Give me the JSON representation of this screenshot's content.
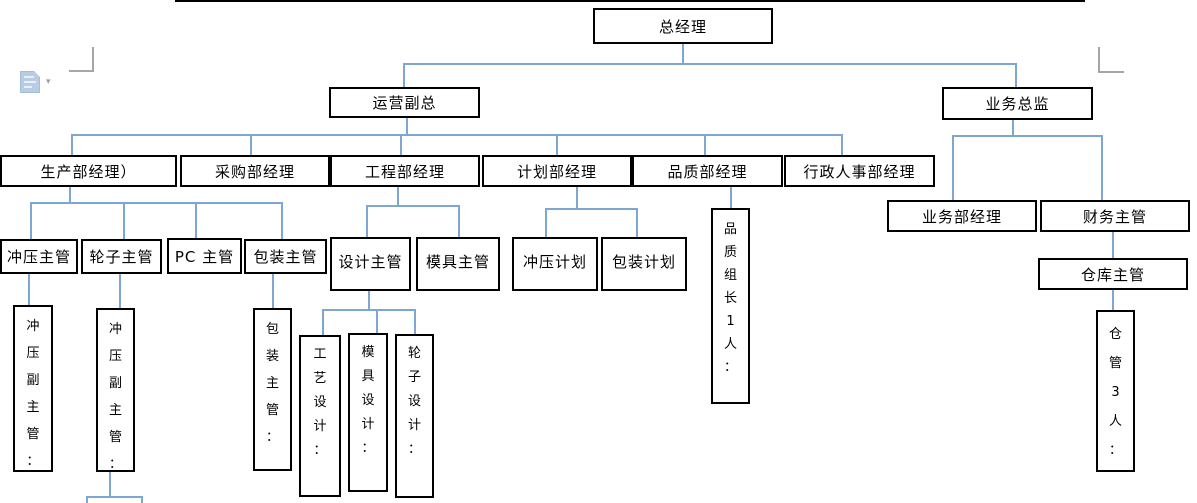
{
  "diagram": {
    "connector_color": "#7da7d2",
    "box_border_color": "#000000",
    "box_fill_color": "#ffffff",
    "nodes": {
      "top_partial_box": "",
      "general_manager": "总经理",
      "operations_vp": "运营副总",
      "business_director": "业务总监",
      "production_manager": "生产部经理）",
      "purchasing_manager": "采购部经理",
      "engineering_manager": "工程部经理",
      "planning_manager": "计划部经理",
      "quality_manager": "品质部经理",
      "admin_hr_manager": "行政人事部经理",
      "stamping_supervisor": "冲压主管",
      "wheel_supervisor": "轮子主管",
      "pc_supervisor": "PC 主管",
      "packaging_supervisor": "包装主管",
      "design_supervisor": "设计主管",
      "mold_supervisor": "模具主管",
      "stamping_planning": "冲压计划",
      "packaging_planning": "包装计划",
      "quality_group_leader": "品质组长1人：",
      "business_dept_manager": "业务部经理",
      "finance_supervisor": "财务主管",
      "warehouse_supervisor": "仓库主管",
      "warehouse_keepers": "仓管3人：",
      "stamping_deputy_supervisor_1": "冲压副主管：",
      "stamping_deputy_supervisor_2": "冲压副主管：",
      "packaging_supervisor_sub": "包装主管：",
      "process_design": "工艺设计：",
      "mold_design": "模具设计：",
      "wheel_design": "轮子设计："
    },
    "word_ui": {
      "paste_options_arrow": "▾"
    }
  }
}
